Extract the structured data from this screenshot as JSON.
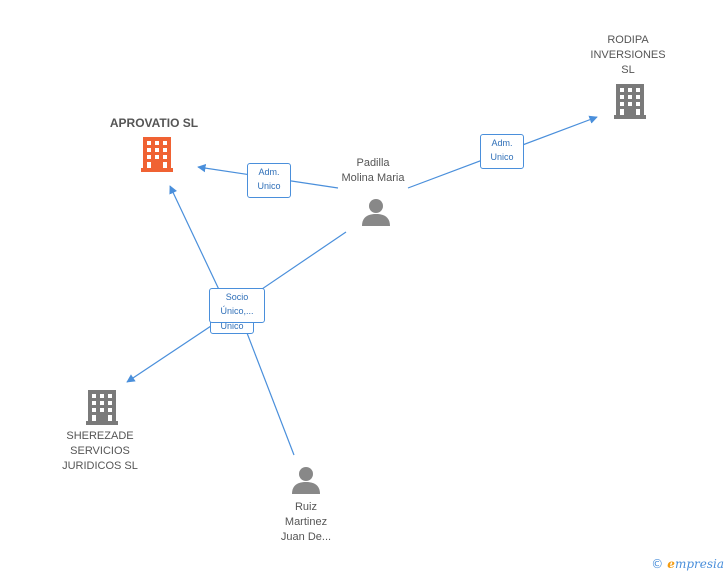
{
  "colors": {
    "edge": "#4a8fdb",
    "company": "#7a7a7a",
    "focus_company": "#f06233",
    "person": "#888888"
  },
  "nodes": {
    "aprovatio": {
      "label": "APROVATIO SL",
      "icon": "building-icon"
    },
    "rodipa": {
      "lines": [
        "RODIPA",
        "INVERSIONES",
        "SL"
      ],
      "icon": "building-icon"
    },
    "padilla": {
      "lines": [
        "Padilla",
        "Molina Maria"
      ],
      "icon": "person-icon"
    },
    "sherezade": {
      "lines": [
        "SHEREZADE",
        "SERVICIOS",
        "JURIDICOS SL"
      ],
      "icon": "building-icon"
    },
    "ruiz": {
      "lines": [
        "Ruiz",
        "Martinez",
        "Juan De..."
      ],
      "icon": "person-icon"
    }
  },
  "edge_labels": {
    "padilla_aprovatio": [
      "Adm.",
      "Unico"
    ],
    "padilla_rodipa": [
      "Adm.",
      "Unico"
    ],
    "hub_front": [
      "Socio",
      "Único,..."
    ],
    "hub_back": "Unico"
  },
  "footer": {
    "copyright": "©",
    "brand_initial": "e",
    "brand_rest": "mpresia"
  }
}
